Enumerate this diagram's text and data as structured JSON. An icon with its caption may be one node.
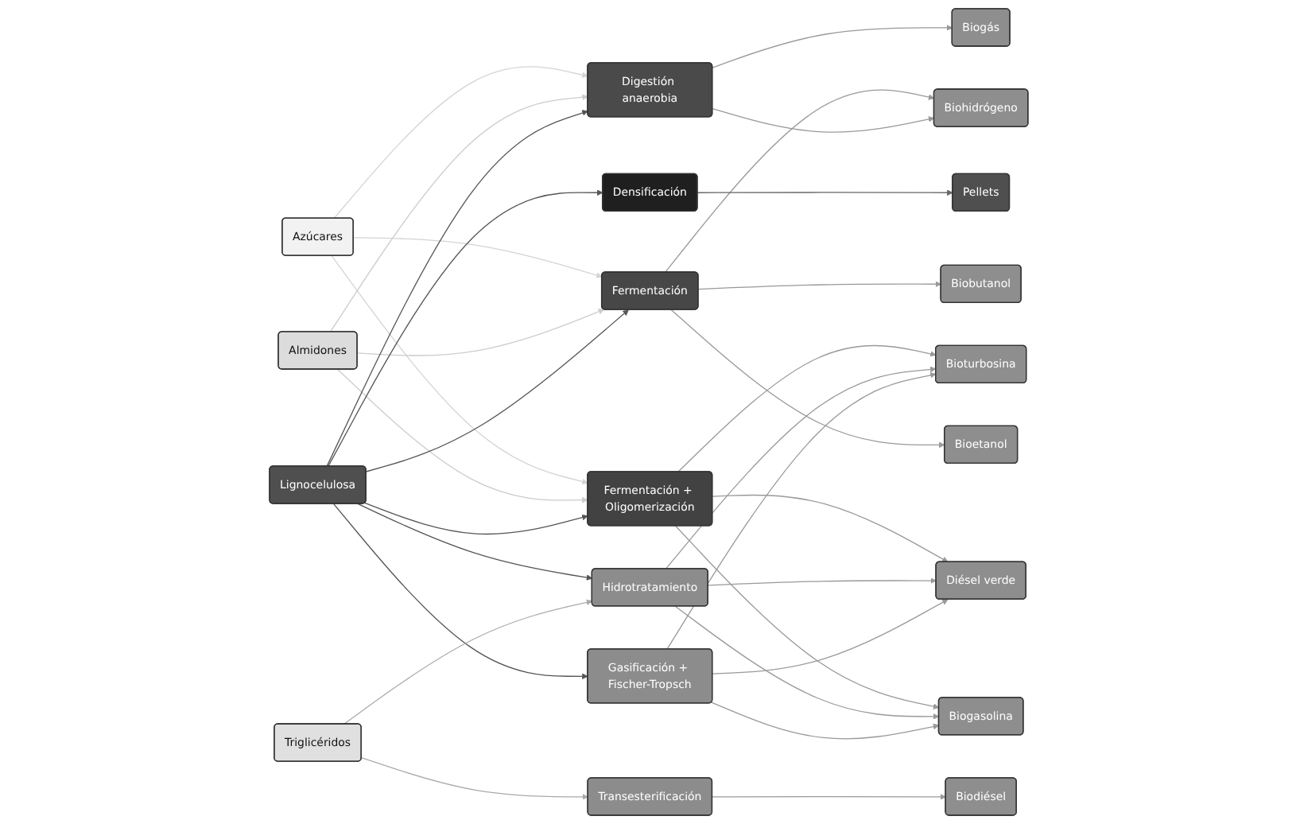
{
  "diagram": {
    "nodes": [
      {
        "text": [
          "Azúcares"
        ]
      },
      {
        "text": [
          "Almidones"
        ]
      },
      {
        "text": [
          "Lignocelulosa"
        ]
      },
      {
        "text": [
          "Triglicéridos"
        ]
      },
      {
        "text": [
          "Fermentación"
        ]
      },
      {
        "text": [
          "Fermentación + Oligomerización"
        ]
      },
      {
        "text": [
          "Transesterificación"
        ]
      },
      {
        "text": [
          "Hidrotratamiento"
        ]
      },
      {
        "text": [
          "Gasificación + Fischer-Tropsch"
        ]
      },
      {
        "text": [
          "Digestión anaerobia"
        ]
      },
      {
        "text": [
          "Densificación"
        ]
      },
      {
        "text": [
          "Bioetanol"
        ]
      },
      {
        "text": [
          "Biobutanol"
        ]
      },
      {
        "text": [
          "Biogasolina"
        ]
      },
      {
        "text": [
          "Biodiésel"
        ]
      },
      {
        "text": [
          "Diésel verde"
        ]
      },
      {
        "text": [
          "Bioturbosina"
        ]
      },
      {
        "text": [
          "Biohidrógeno"
        ]
      },
      {
        "text": [
          "Biogás"
        ]
      },
      {
        "text": [
          "Pellets"
        ]
      }
    ],
    "edges": [
      {
        "from": 0,
        "to": 4,
        "arrow": "to",
        "color": "#d4d4d4"
      },
      {
        "from": 0,
        "to": 5,
        "arrow": "to",
        "color": "#d4d4d4"
      },
      {
        "from": 0,
        "to": 9,
        "arrow": "to",
        "color": "#d4d4d4"
      },
      {
        "from": 1,
        "to": 4,
        "arrow": "to",
        "color": "#cccccc"
      },
      {
        "from": 1,
        "to": 5,
        "arrow": "to",
        "color": "#cccccc"
      },
      {
        "from": 1,
        "to": 9,
        "arrow": "to",
        "color": "#cccccc"
      },
      {
        "from": 2,
        "to": 4,
        "arrow": "to",
        "color": "#555555"
      },
      {
        "from": 2,
        "to": 5,
        "arrow": "to",
        "color": "#555555"
      },
      {
        "from": 2,
        "to": 7,
        "arrow": "to",
        "color": "#555555"
      },
      {
        "from": 2,
        "to": 8,
        "arrow": "to",
        "color": "#555555"
      },
      {
        "from": 2,
        "to": 9,
        "arrow": "to",
        "color": "#555555"
      },
      {
        "from": 2,
        "to": 10,
        "arrow": "to",
        "color": "#555555"
      },
      {
        "from": 3,
        "to": 6,
        "arrow": "to",
        "color": "#aaaaaa"
      },
      {
        "from": 3,
        "to": 7,
        "arrow": "to",
        "color": "#aaaaaa"
      },
      {
        "from": 4,
        "to": 11,
        "arrow": "to"
      },
      {
        "from": 4,
        "to": 12,
        "arrow": "to"
      },
      {
        "from": 4,
        "to": 17,
        "arrow": "to"
      },
      {
        "from": 5,
        "to": 13,
        "arrow": "to"
      },
      {
        "from": 5,
        "to": 15,
        "arrow": "to"
      },
      {
        "from": 5,
        "to": 16,
        "arrow": "to"
      },
      {
        "from": 6,
        "to": 14,
        "arrow": "to"
      },
      {
        "from": 7,
        "to": 13,
        "arrow": "to"
      },
      {
        "from": 7,
        "to": 15,
        "arrow": "to"
      },
      {
        "from": 7,
        "to": 16,
        "arrow": "to"
      },
      {
        "from": 8,
        "to": 13,
        "arrow": "to"
      },
      {
        "from": 8,
        "to": 15,
        "arrow": "to"
      },
      {
        "from": 8,
        "to": 16,
        "arrow": "to"
      },
      {
        "from": 9,
        "to": 17,
        "arrow": "to"
      },
      {
        "from": 9,
        "to": 18,
        "arrow": "to"
      },
      {
        "from": 10,
        "to": 19,
        "arrow": "to",
        "color": "#666666"
      }
    ]
  }
}
